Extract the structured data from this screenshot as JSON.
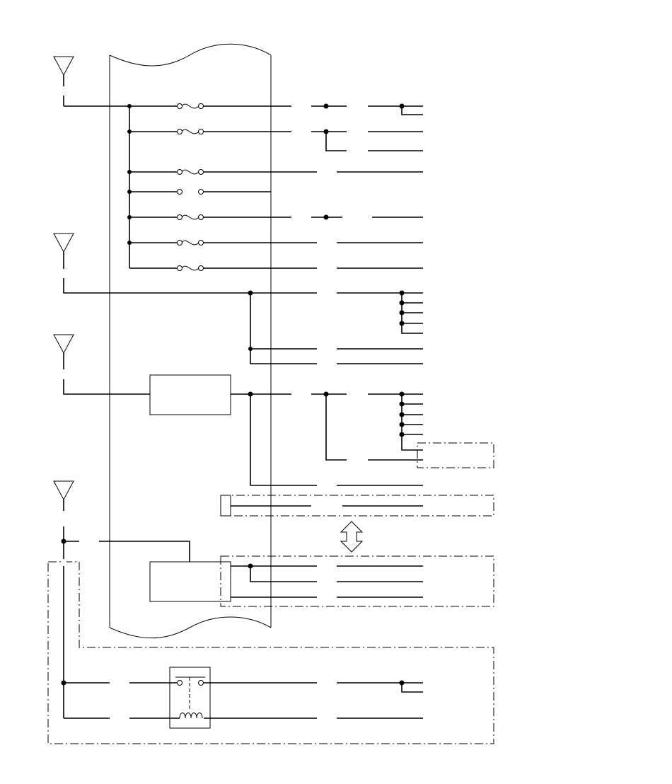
{
  "diagram": {
    "type": "wiring-schematic",
    "text_labels": [],
    "colors": {
      "line": "#000000",
      "background": "#ffffff"
    },
    "symbols": [
      "antenna",
      "fuse",
      "splice",
      "control-unit",
      "relay",
      "connector-frame",
      "bidirectional-arrow"
    ]
  }
}
